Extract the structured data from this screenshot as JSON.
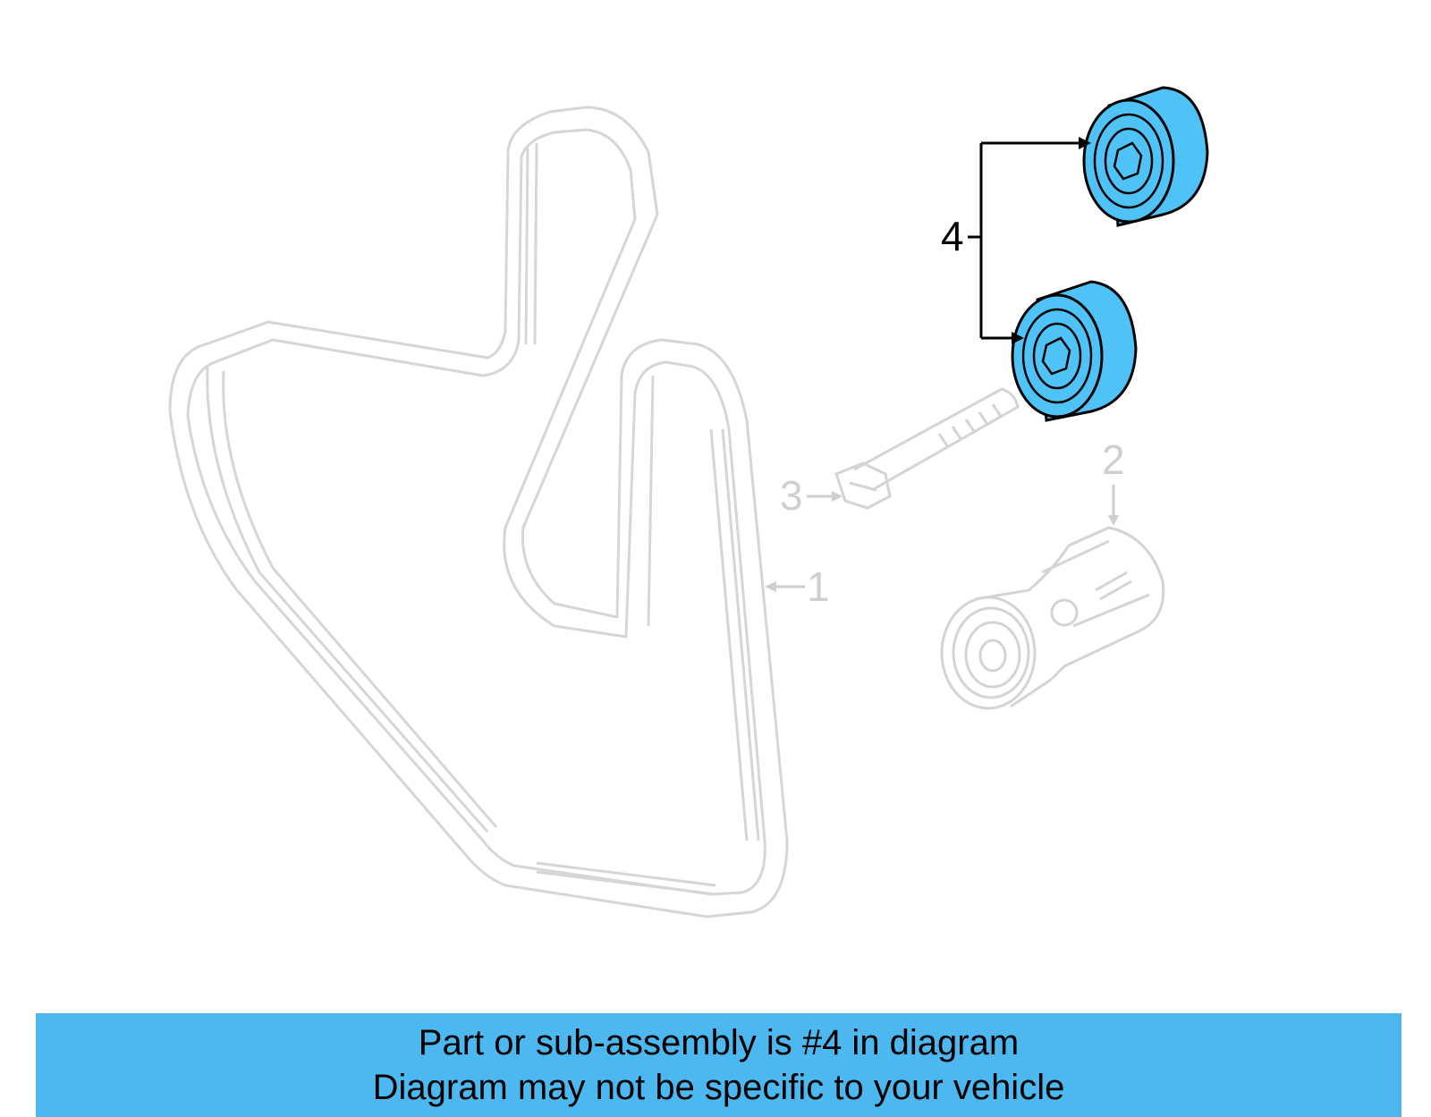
{
  "callouts": {
    "one": "1",
    "two": "2",
    "three": "3",
    "four": "4"
  },
  "footer": {
    "line1": "Part or sub-assembly is #4 in diagram",
    "line2": "Diagram may not be specific to your vehicle"
  },
  "colors": {
    "highlight": "#4fc3f7",
    "footer_bg": "#4db8f0",
    "faded_part": "#d6d6d6"
  }
}
